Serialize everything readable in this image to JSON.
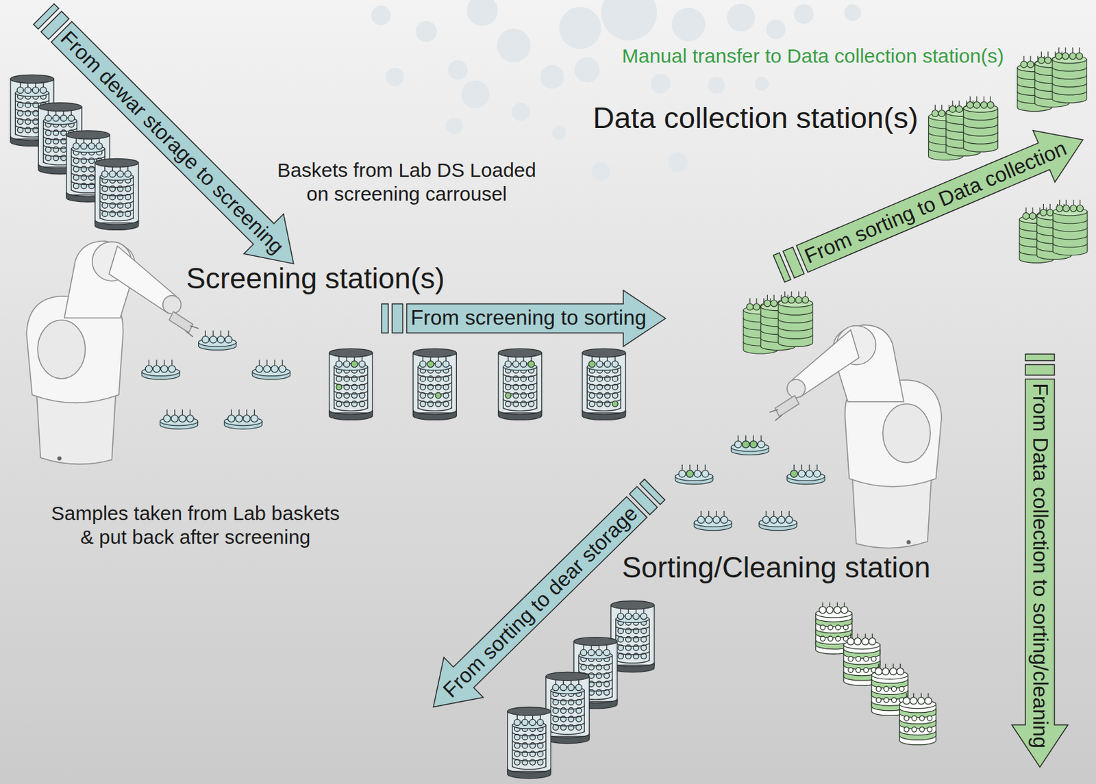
{
  "diagram": {
    "nodes": [
      {
        "text": [
          "From dewar storage to screening"
        ]
      },
      {
        "text": [
          "From screening to sorting"
        ]
      },
      {
        "text": [
          "From sorting to Data collection"
        ]
      },
      {
        "text": [
          "From Data collection to sorting/cleaning"
        ]
      },
      {
        "text": [
          "From sorting to dear storage"
        ]
      }
    ],
    "labels": [
      "Manual transfer to Data collection station(s)",
      "Data collection station(s)",
      "Baskets from Lab DS Loaded on screening carrousel",
      "Screening station(s)",
      "Samples taken from Lab baskets & put back after screening",
      "Sorting/Cleaning station"
    ]
  }
}
